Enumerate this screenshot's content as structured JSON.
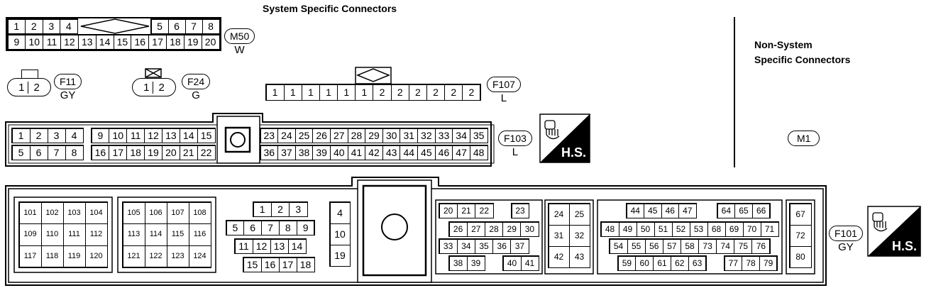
{
  "titles": {
    "system": "System Specific Connectors",
    "non_system_line1": "Non-System",
    "non_system_line2": "Specific Connectors"
  },
  "connectors": {
    "M50": {
      "id": "M50",
      "color": "W",
      "row1_left": [
        "1",
        "2",
        "3",
        "4"
      ],
      "row1_right": [
        "5",
        "6",
        "7",
        "8"
      ],
      "row2": [
        "9",
        "10",
        "11",
        "12",
        "13",
        "14",
        "15",
        "16",
        "17",
        "18",
        "19",
        "20"
      ]
    },
    "F11": {
      "id": "F11",
      "color": "GY",
      "pins": [
        "1",
        "2"
      ]
    },
    "F24": {
      "id": "F24",
      "color": "G",
      "pins": [
        "1",
        "2"
      ]
    },
    "F107": {
      "id": "F107",
      "color": "L",
      "pins": [
        "1",
        "1",
        "1",
        "1",
        "1",
        "1",
        "2",
        "2",
        "2",
        "2",
        "2",
        "2"
      ]
    },
    "F103": {
      "id": "F103",
      "color": "L",
      "a_row1": [
        "1",
        "2",
        "3",
        "4"
      ],
      "a_row2": [
        "5",
        "6",
        "7",
        "8"
      ],
      "b_row1": [
        "9",
        "10",
        "11",
        "12",
        "13",
        "14",
        "15"
      ],
      "b_row2": [
        "16",
        "17",
        "18",
        "19",
        "20",
        "21",
        "22"
      ],
      "c_row1": [
        "23",
        "24",
        "25",
        "26",
        "27",
        "28",
        "29",
        "30",
        "31",
        "32",
        "33",
        "34",
        "35"
      ],
      "c_row2": [
        "36",
        "37",
        "38",
        "39",
        "40",
        "41",
        "42",
        "43",
        "44",
        "45",
        "46",
        "47",
        "48"
      ],
      "hs_text": "H.S."
    },
    "M1": {
      "id": "M1"
    },
    "F101": {
      "id": "F101",
      "color": "GY",
      "hs_text": "H.S.",
      "block1": [
        "101",
        "102",
        "103",
        "104",
        "109",
        "110",
        "111",
        "112",
        "117",
        "118",
        "119",
        "120"
      ],
      "block2": [
        "105",
        "106",
        "107",
        "108",
        "113",
        "114",
        "115",
        "116",
        "121",
        "122",
        "123",
        "124"
      ],
      "block3_r1": [
        "1",
        "2",
        "3"
      ],
      "block3_r2": [
        "5",
        "6",
        "7",
        "8",
        "9"
      ],
      "block3_r3": [
        "11",
        "12",
        "13",
        "14"
      ],
      "block3_r4": [
        "15",
        "16",
        "17",
        "18"
      ],
      "block4": [
        "4",
        "10",
        "19"
      ],
      "block5_r1a": [
        "20",
        "21",
        "22"
      ],
      "block5_r1b": [
        "23"
      ],
      "block5_r2": [
        "26",
        "27",
        "28",
        "29",
        "30"
      ],
      "block5_r3": [
        "33",
        "34",
        "35",
        "36",
        "37"
      ],
      "block5_r4a": [
        "38",
        "39"
      ],
      "block5_r4b": [
        "40",
        "41"
      ],
      "block6": [
        "24",
        "25",
        "31",
        "32",
        "42",
        "43"
      ],
      "block7_r1a": [
        "44",
        "45",
        "46",
        "47"
      ],
      "block7_r1b": [
        "64",
        "65",
        "66"
      ],
      "block7_r2": [
        "48",
        "49",
        "50",
        "51",
        "52",
        "53",
        "68",
        "69",
        "70",
        "71"
      ],
      "block7_r3": [
        "54",
        "55",
        "56",
        "57",
        "58",
        "73",
        "74",
        "75",
        "76"
      ],
      "block7_r4a": [
        "59",
        "60",
        "61",
        "62",
        "63"
      ],
      "block7_r4b": [
        "77",
        "78",
        "79"
      ],
      "block8": [
        "67",
        "72",
        "80"
      ]
    }
  }
}
